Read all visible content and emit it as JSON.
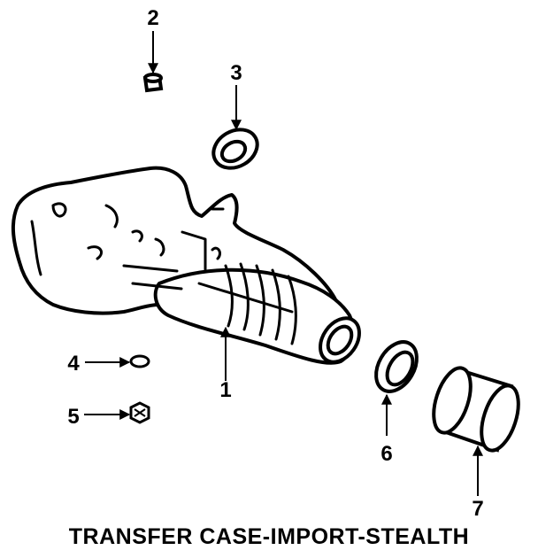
{
  "diagram": {
    "caption": "TRANSFER CASE-IMPORT-STEALTH",
    "callouts": [
      "1",
      "2",
      "3",
      "4",
      "5",
      "6",
      "7"
    ]
  }
}
